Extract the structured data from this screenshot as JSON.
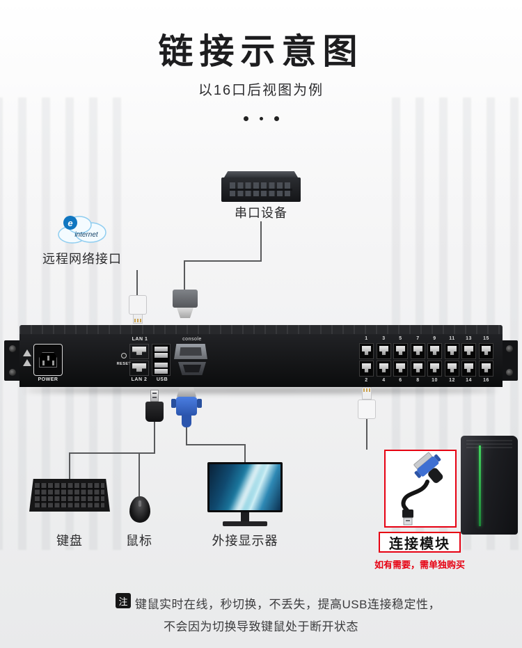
{
  "header": {
    "title": "链接示意图",
    "subtitle": "以16口后视图为例"
  },
  "diagram": {
    "serial_device_label": "串口设备",
    "internet_icon_letter": "e",
    "internet_text": "internet",
    "remote_network_label": "远程网络接口",
    "keyboard_label": "键盘",
    "mouse_label": "鼠标",
    "monitor_label": "外接显示器",
    "module_label": "连接模块",
    "module_purchase_note": "如有需要，需单独购买"
  },
  "device": {
    "power_label": "POWER",
    "reset_label": "RESET",
    "lan1_label": "LAN 1",
    "lan2_label": "LAN 2",
    "usb_label": "USB",
    "console_label": "console",
    "ports_top": [
      "1",
      "3",
      "5",
      "7",
      "9",
      "11",
      "13",
      "15"
    ],
    "ports_bottom": [
      "2",
      "4",
      "6",
      "8",
      "10",
      "12",
      "14",
      "16"
    ]
  },
  "footnote": {
    "badge": "注",
    "line1": "键鼠实时在线，秒切换，不丢失，提高USB连接稳定性，",
    "line2": "不会因为切换导致键鼠处于断开状态"
  },
  "colors": {
    "accent_red": "#e60012",
    "line_gray": "#58595b"
  }
}
